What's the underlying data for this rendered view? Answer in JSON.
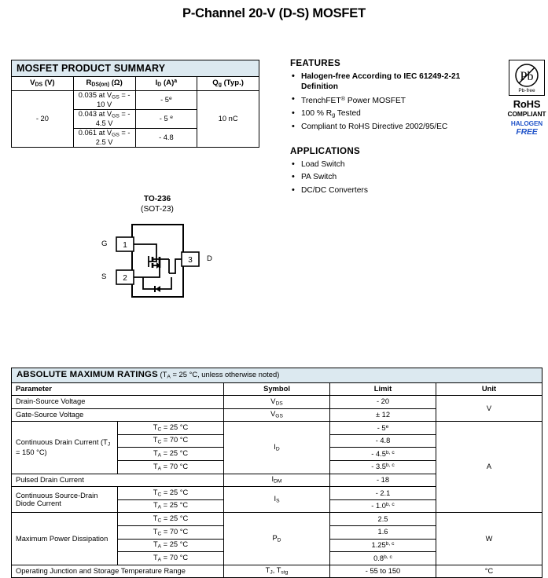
{
  "document": {
    "title": "P-Channel 20-V (D-S) MOSFET"
  },
  "summary": {
    "band_title": "MOSFET PRODUCT SUMMARY",
    "headers": {
      "vds": "V<sub>DS</sub> (V)",
      "rds": "R<sub>DS(on)</sub> (Ω)",
      "id": "I<sub>D</sub> (A)<sup>a</sup>",
      "qg": "Q<sub>g</sub> (Typ.)"
    },
    "vds_value": "- 20",
    "qg_value": "10 nC",
    "rows": [
      {
        "rds": "0.035 at V<sub>GS</sub> = - 10 V",
        "id": "- 5<sup>e</sup>"
      },
      {
        "rds": "0.043 at V<sub>GS</sub> = - 4.5 V",
        "id": "- 5 <sup>e</sup>"
      },
      {
        "rds": "0.061 at V<sub>GS</sub> = - 2.5 V",
        "id": "- 4.8"
      }
    ]
  },
  "features": {
    "heading": "FEATURES",
    "items": [
      {
        "text": "Halogen-free According to IEC 61249-2-21 Definition",
        "bold": true
      },
      {
        "text": "TrenchFET<sup>®</sup> Power MOSFET",
        "bold": false
      },
      {
        "text": "100 % R<sub>g</sub> Tested",
        "bold": false
      },
      {
        "text": "Compliant to RoHS Directive 2002/95/EC",
        "bold": false
      }
    ]
  },
  "applications": {
    "heading": "APPLICATIONS",
    "items": [
      {
        "text": "Load Switch",
        "bold": false
      },
      {
        "text": "PA Switch",
        "bold": false
      },
      {
        "text": "DC/DC Converters",
        "bold": false
      }
    ]
  },
  "rohs": {
    "pb_text": "Pb",
    "pb_free_text": "Pb-free",
    "rohs_label": "RoHS",
    "compliant_label": "COMPLIANT",
    "halogen_label": "HALOGEN",
    "free_label": "FREE",
    "blue": "#1f52c8"
  },
  "package": {
    "name": "TO-236",
    "sub_name": "(SOT-23)",
    "pins": [
      {
        "number": "1",
        "label": "G"
      },
      {
        "number": "2",
        "label": "S"
      },
      {
        "number": "3",
        "label": "D"
      }
    ]
  },
  "amr": {
    "band_title": "ABSOLUTE MAXIMUM RATINGS",
    "band_note": "(T<sub>A</sub> = 25 °C, unless otherwise noted)",
    "headers": {
      "parameter": "Parameter",
      "symbol": "Symbol",
      "limit": "Limit",
      "unit": "Unit"
    },
    "rows": [
      {
        "parameter": "Drain-Source Voltage",
        "condition": "",
        "symbol": "V<sub>DS</sub>",
        "limit": "- 20",
        "unit": "V"
      },
      {
        "parameter": "Gate-Source Voltage",
        "condition": "",
        "symbol": "V<sub>GS</sub>",
        "limit": "± 12",
        "unit": ""
      },
      {
        "parameter": "Continuous Drain Current (T<sub>J</sub> = 150 °C)",
        "condition": "T<sub>C</sub> = 25 °C",
        "symbol": "I<sub>D</sub>",
        "limit": "- 5<sup>e</sup>",
        "unit": ""
      },
      {
        "parameter": "",
        "condition": "T<sub>C</sub> = 70 °C",
        "symbol": "",
        "limit": "- 4.8",
        "unit": ""
      },
      {
        "parameter": "",
        "condition": "T<sub>A</sub> = 25 °C",
        "symbol": "",
        "limit": "- 4.5<sup>b, c</sup>",
        "unit": ""
      },
      {
        "parameter": "",
        "condition": "T<sub>A</sub> = 70 °C",
        "symbol": "",
        "limit": "- 3.5<sup>b, c</sup>",
        "unit": "A"
      },
      {
        "parameter": "Pulsed Drain Current",
        "condition": "",
        "symbol": "I<sub>DM</sub>",
        "limit": "- 18",
        "unit": ""
      },
      {
        "parameter": "Continuous Source-Drain Diode Current",
        "condition": "T<sub>C</sub> = 25 °C",
        "symbol": "I<sub>S</sub>",
        "limit": "- 2.1",
        "unit": ""
      },
      {
        "parameter": "",
        "condition": "T<sub>A</sub> = 25 °C",
        "symbol": "",
        "limit": "- 1.0<sup>b, c</sup>",
        "unit": ""
      },
      {
        "parameter": "Maximum Power Dissipation",
        "condition": "T<sub>C</sub> = 25 °C",
        "symbol": "P<sub>D</sub>",
        "limit": "2.5",
        "unit": ""
      },
      {
        "parameter": "",
        "condition": "T<sub>C</sub> = 70 °C",
        "symbol": "",
        "limit": "1.6",
        "unit": "W"
      },
      {
        "parameter": "",
        "condition": "T<sub>A</sub> = 25 °C",
        "symbol": "",
        "limit": "1.25<sup>b, c</sup>",
        "unit": ""
      },
      {
        "parameter": "",
        "condition": "T<sub>A</sub> = 70 °C",
        "symbol": "",
        "limit": "0.8<sup>b, c</sup>",
        "unit": ""
      },
      {
        "parameter": "Operating Junction and Storage Temperature Range",
        "condition": "",
        "symbol": "T<sub>J</sub>, T<sub>stg</sub>",
        "limit": "- 55 to 150",
        "unit": "°C"
      }
    ]
  }
}
